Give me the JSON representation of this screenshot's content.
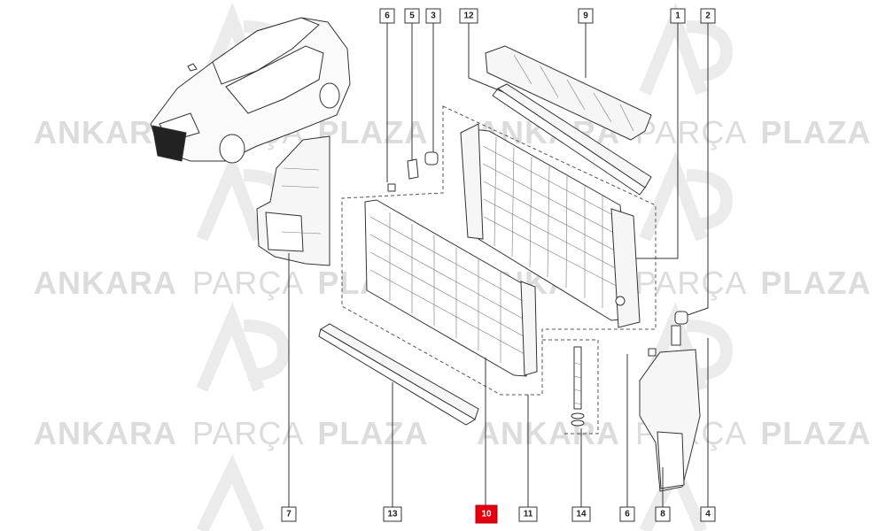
{
  "watermark": {
    "word_bold_1": "ANKARA",
    "word_light": "PARÇA",
    "word_bold_2": "PLAZA"
  },
  "callouts": {
    "c1": "1",
    "c2": "2",
    "c3": "3",
    "c4": "4",
    "c5": "5",
    "c6_top": "6",
    "c6_bottom": "6",
    "c7": "7",
    "c8": "8",
    "c9": "9",
    "c10": "10",
    "c11": "11",
    "c12": "12",
    "c13": "13",
    "c14": "14"
  },
  "colors": {
    "highlight": "#e3000f",
    "watermark": "#dcdcdc",
    "linework": "#333333"
  }
}
